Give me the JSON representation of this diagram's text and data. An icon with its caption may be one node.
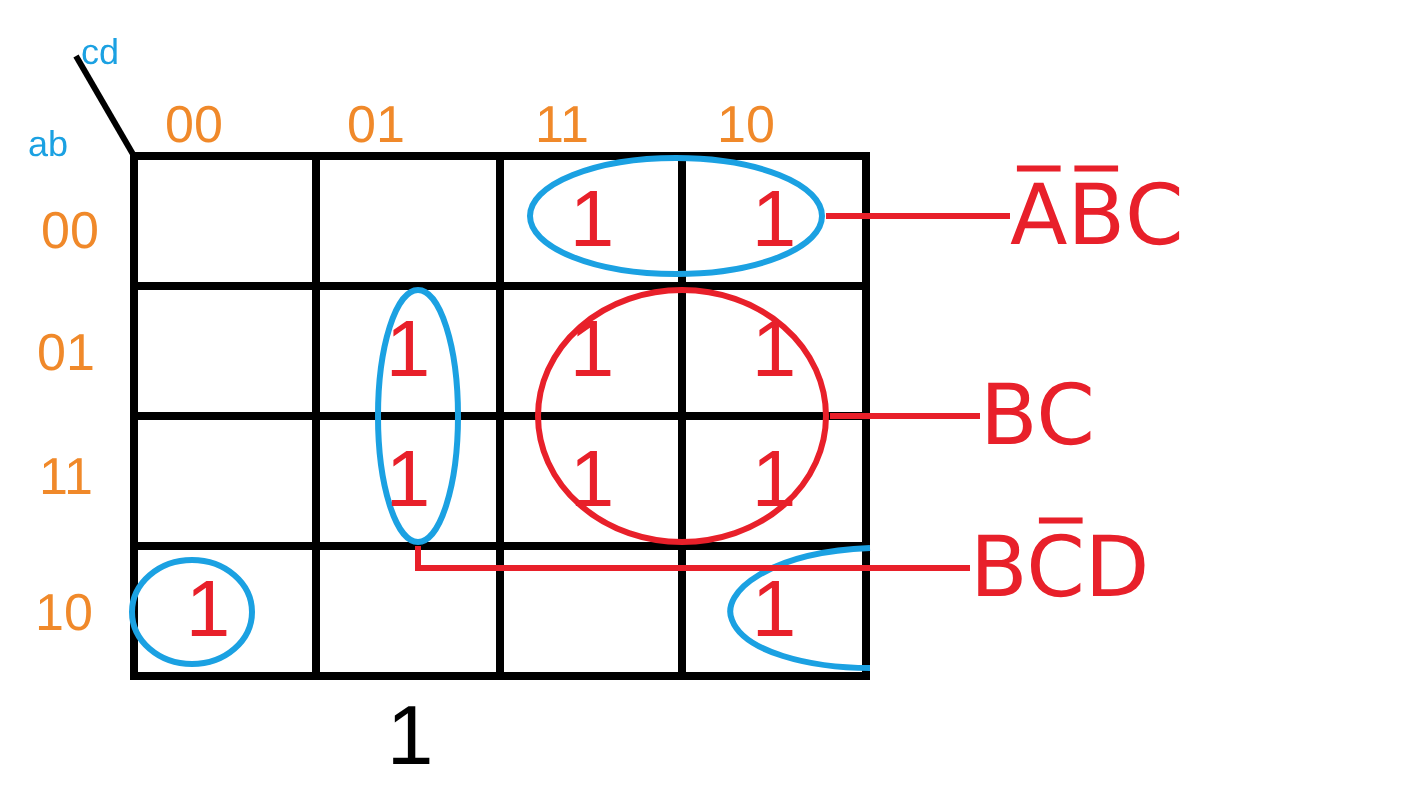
{
  "diagram": {
    "nodes": [
      {
        "text": [],
        "shape": "ellipse"
      },
      {
        "text": [
          "A̅B̅C"
        ]
      },
      {
        "text": [],
        "shape": "ellipse"
      },
      {
        "text": [
          "BC"
        ]
      },
      {
        "text": [],
        "shape": "ellipse"
      },
      {
        "text": [
          "BC̅D"
        ]
      }
    ],
    "edges": [
      {
        "from": 1,
        "to": 0,
        "arrow": "none"
      },
      {
        "from": 3,
        "to": 2,
        "arrow": "none"
      },
      {
        "from": 5,
        "to": 4,
        "arrow": "none"
      }
    ],
    "labels": [
      "cd",
      "ab",
      "00",
      "01",
      "11",
      "10",
      "00",
      "01",
      "11",
      "10",
      "1",
      "1",
      "1",
      "1",
      "1",
      "1",
      "1",
      "1",
      "1",
      "1",
      "1"
    ]
  }
}
